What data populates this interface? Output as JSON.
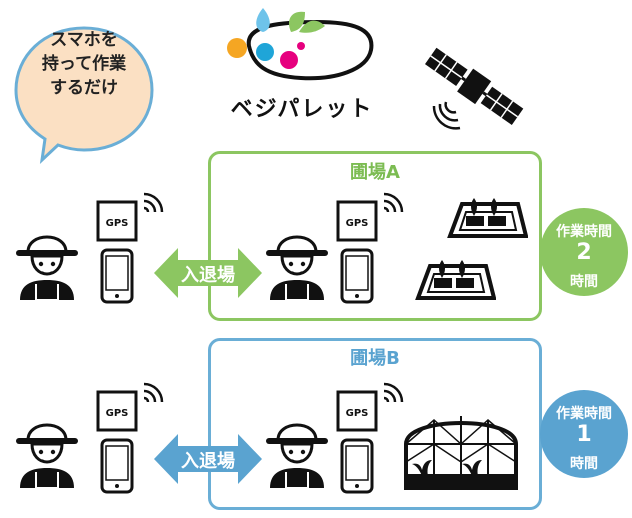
{
  "bubble": {
    "lines": [
      "スマホを",
      "持って作業",
      "するだけ"
    ]
  },
  "brand": {
    "name": "ベジパレット"
  },
  "field_a": {
    "title": "圃場A",
    "phone_label": "GPS",
    "arrow_label": "入退場",
    "time_top": "作業時間",
    "time_value": "2",
    "time_bottom": "時間"
  },
  "field_b": {
    "title": "圃場B",
    "phone_label": "GPS",
    "arrow_label": "入退場",
    "time_top": "作業時間",
    "time_value": "1",
    "time_bottom": "時間"
  },
  "colors": {
    "green": "#8cc661",
    "blue": "#5aa3d0",
    "bubble_fill": "#fbe0c3",
    "bubble_stroke": "#6aaed6",
    "dark": "#1a1a1a"
  },
  "icons": [
    "speech-bubble-icon",
    "logo-icon",
    "satellite-icon",
    "farmer-icon",
    "smartphone-gps-icon",
    "double-arrow-icon",
    "seedling-tray-icon",
    "greenhouse-icon"
  ]
}
